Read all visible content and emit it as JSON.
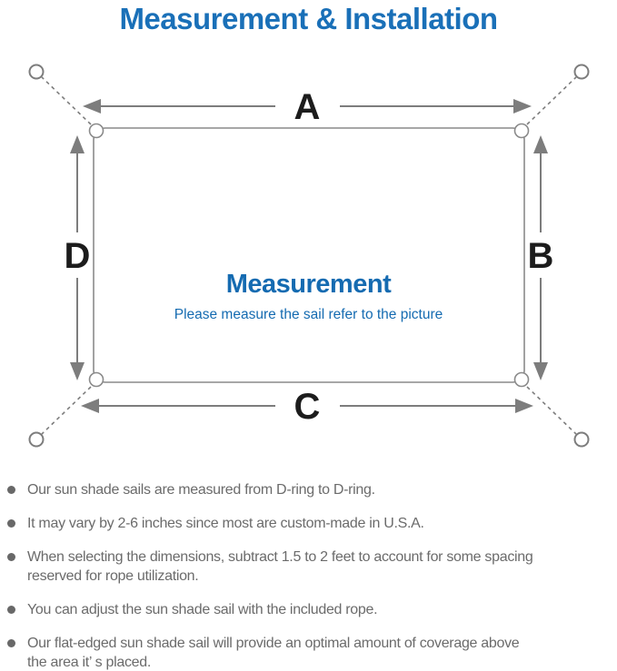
{
  "title": "Measurement & Installation",
  "diagram": {
    "center_heading": "Measurement",
    "center_subtitle": "Please measure the sail refer to the picture",
    "labels": {
      "top": "A",
      "right": "B",
      "bottom": "C",
      "left": "D"
    }
  },
  "notes": [
    "Our sun shade sails are measured from D-ring to D-ring.",
    "It may vary by 2-6 inches since most are custom-made in U.S.A.",
    "When selecting the dimensions, subtract 1.5 to 2 feet to account for some spacing\nreserved for rope utilization.",
    "You can adjust the sun shade sail with the included rope.",
    "Our flat-edged sun shade sail will provide an optimal amount of coverage above\nthe area it’ s placed."
  ],
  "colors": {
    "accent_blue": "#1a70b8",
    "text_gray": "#6b6b6b",
    "line_gray": "#7d7d7d",
    "label_black": "#1c1c1c"
  }
}
